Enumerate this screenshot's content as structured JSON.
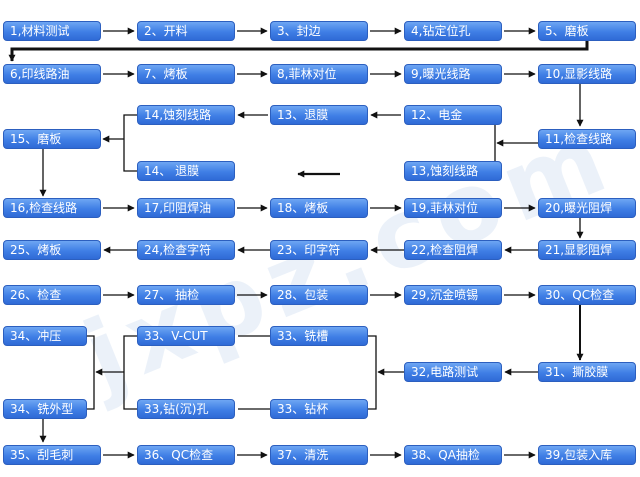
{
  "watermark": "jxpz.com",
  "nodes": {
    "n1": "1,材料测试",
    "n2": "2、开料",
    "n3": "3、封边",
    "n4": "4,钻定位孔",
    "n5": "5、磨板",
    "n6": "6,印线路油",
    "n7": "7、烤板",
    "n8": "8,菲林对位",
    "n9": "9,曝光线路",
    "n10": "10,显影线路",
    "n11": "11,检查线路",
    "n12": "12、电金",
    "n13": "13、退膜",
    "n14a": "14,蚀刻线路",
    "n13b": "13,蚀刻线路",
    "n15": "15、磨板",
    "n14b": "14、 退膜",
    "n16": "16,检查线路",
    "n17": "17,印阻焊油",
    "n18": "18、烤板",
    "n19": "19,菲林对位",
    "n20": "20,曝光阻焊",
    "n21": "21,显影阻焊",
    "n22": "22,检查阻焊",
    "n23": "23、印字符",
    "n24": "24,检查字符",
    "n25": "25、烤板",
    "n26": "26、检查",
    "n27": "27、 抽检",
    "n28": "28、包装",
    "n29": "29,沉金喷锡",
    "n30": "30、QC检查",
    "n31": "31、撕胶膜",
    "n32": "32,电路测试",
    "n33a": "33、铣槽",
    "n33b": "33、钻杯",
    "n33c": "33、V-CUT",
    "n33d": "33,钻(沉)孔",
    "n34a": "34、冲压",
    "n34b": "34、铣外型",
    "n35": "35、刮毛刺",
    "n36": "36、QC检查",
    "n37": "37、清洗",
    "n38": "38、QA抽检",
    "n39": "39,包装入库"
  }
}
